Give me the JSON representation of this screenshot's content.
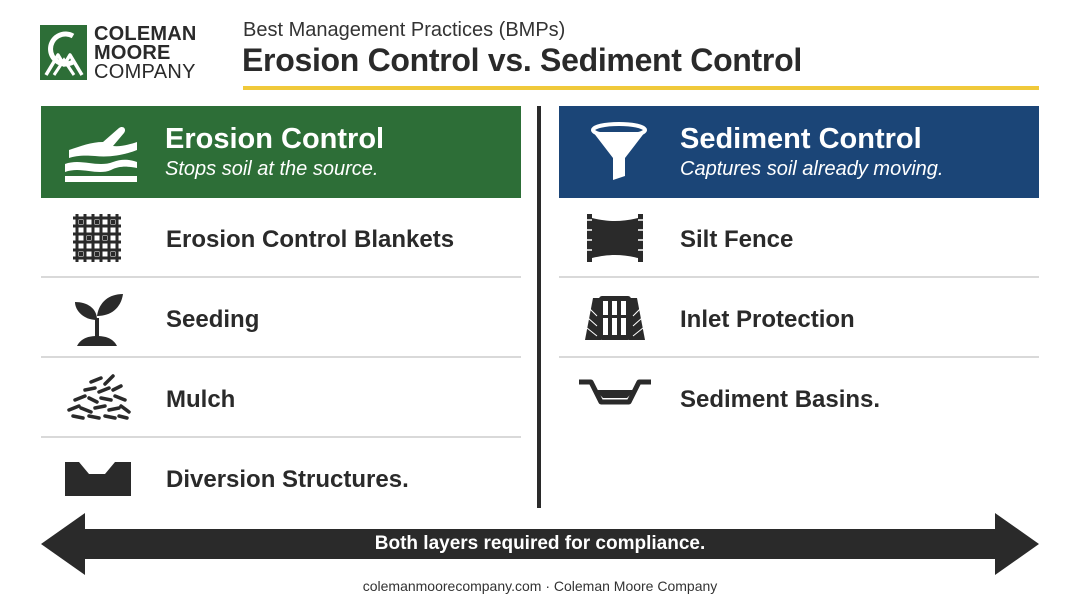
{
  "logo": {
    "line1": "COLEMAN",
    "line2": "MOORE",
    "line3": "COMPANY"
  },
  "header": {
    "subtitle": "Best Management Practices (BMPs)",
    "title": "Erosion Control vs. Sediment Control"
  },
  "erosion": {
    "title": "Erosion Control",
    "tagline": "Stops soil at the source.",
    "items": [
      {
        "label": "Erosion Control Blankets",
        "icon": "blanket-mesh-icon"
      },
      {
        "label": "Seeding",
        "icon": "seedling-icon"
      },
      {
        "label": "Mulch",
        "icon": "mulch-icon"
      },
      {
        "label": "Diversion Structures.",
        "icon": "diversion-channel-icon"
      }
    ]
  },
  "sediment": {
    "title": "Sediment Control",
    "tagline": "Captures soil already moving.",
    "items": [
      {
        "label": "Silt Fence",
        "icon": "silt-fence-icon"
      },
      {
        "label": "Inlet Protection",
        "icon": "inlet-grate-icon"
      },
      {
        "label": "Sediment Basins.",
        "icon": "sediment-basin-icon"
      }
    ]
  },
  "banner": {
    "text": "Both layers required for compliance."
  },
  "footer": {
    "text": "colemanmoorecompany.com · Coleman Moore Company"
  },
  "colors": {
    "erosion_green": "#2d6e37",
    "sediment_blue": "#1b4577",
    "accent_yellow": "#f0c93a",
    "dark": "#2a2a2a"
  }
}
